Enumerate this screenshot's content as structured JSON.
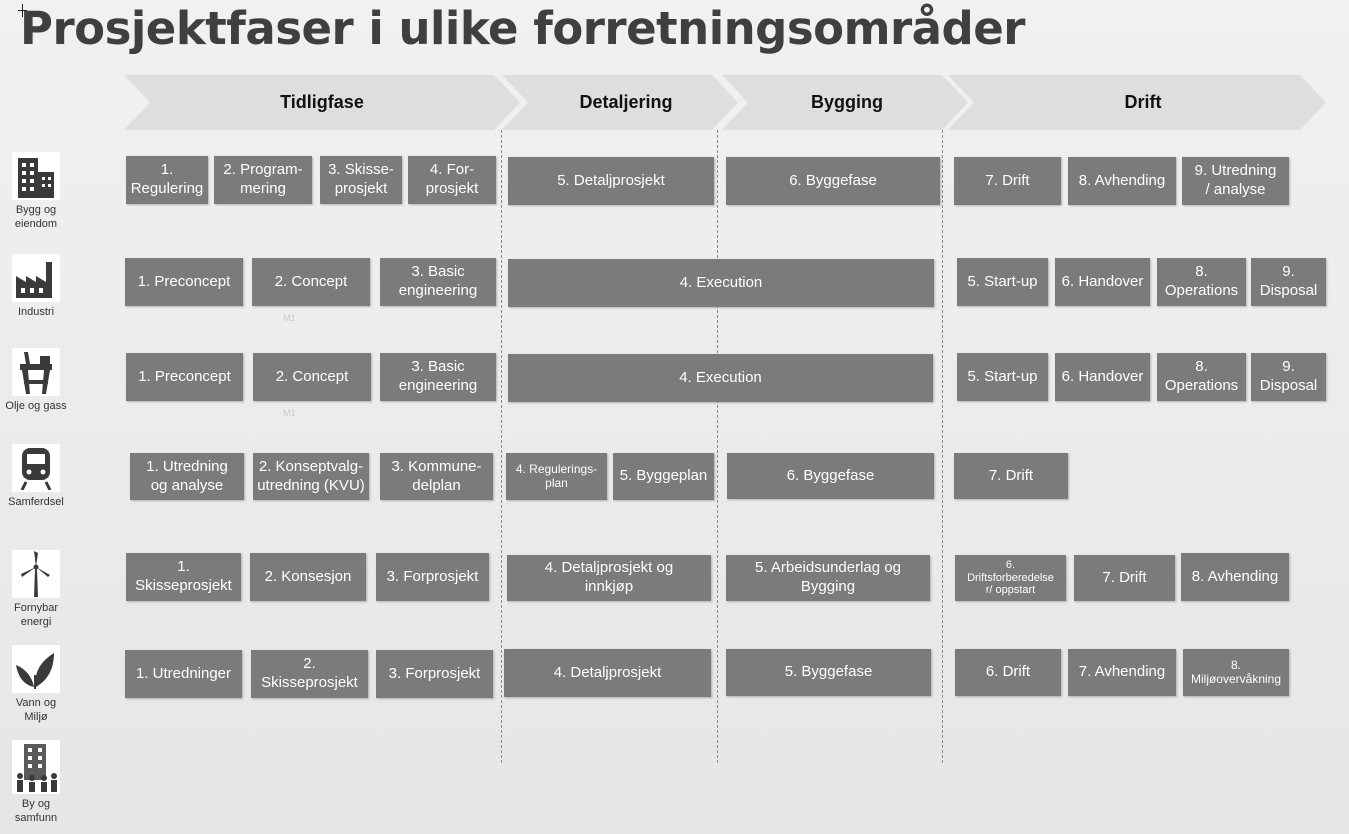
{
  "title": "Prosjektfaser i ulike forretningsområder",
  "phases": [
    {
      "label": "Tidligfase"
    },
    {
      "label": "Detaljering"
    },
    {
      "label": "Bygging"
    },
    {
      "label": "Drift"
    }
  ],
  "sectors": [
    {
      "label": "Bygg og\neiendom",
      "icon": "building-icon"
    },
    {
      "label": "Industri",
      "icon": "factory-icon"
    },
    {
      "label": "Olje og gass",
      "icon": "oil-platform-icon"
    },
    {
      "label": "Samferdsel",
      "icon": "train-icon"
    },
    {
      "label": "Fornybar\nenergi",
      "icon": "wind-turbine-icon"
    },
    {
      "label": "Vann og\nMiljø",
      "icon": "leaf-icon"
    },
    {
      "label": "By og\nsamfunn",
      "icon": "city-people-icon"
    }
  ],
  "rows": [
    [
      "1.\nRegulering",
      "2. Program-\nmering",
      "3. Skisse-\nprosjekt",
      "4. For-\nprosjekt",
      "5. Detaljprosjekt",
      "6. Byggefase",
      "7. Drift",
      "8. Avhending",
      "9. Utredning\n/ analyse"
    ],
    [
      "1. Preconcept",
      "2. Concept",
      "3. Basic\nengineering",
      "4. Execution",
      "5. Start-up",
      "6. Handover",
      "8.\nOperations",
      "9.\nDisposal"
    ],
    [
      "1. Preconcept",
      "2. Concept",
      "3. Basic\nengineering",
      "4. Execution",
      "5. Start-up",
      "6. Handover",
      "8.\nOperations",
      "9.\nDisposal"
    ],
    [
      "1. Utredning\nog analyse",
      "2. Konseptvalg-\nutredning (KVU)",
      "3. Kommune-\ndelplan",
      "4. Regulerings-\nplan",
      "5. Byggeplan",
      "6. Byggefase",
      "7. Drift"
    ],
    [
      "1.\nSkisseprosjekt",
      "2. Konsesjon",
      "3. Forprosjekt",
      "4. Detaljprosjekt og\ninnkjøp",
      "5. Arbeidsunderlag og\nBygging",
      "6.\nDriftsforberedelse\nr/ oppstart",
      "7. Drift",
      "8. Avhending"
    ],
    [
      "1. Utredninger",
      "2.\nSkisseprosjekt",
      "3. Forprosjekt",
      "4. Detaljprosjekt",
      "5. Byggefase",
      "6. Drift",
      "7. Avhending",
      "8.\nMiljøovervåkning"
    ]
  ],
  "milestones": [
    "M1",
    "M1"
  ]
}
